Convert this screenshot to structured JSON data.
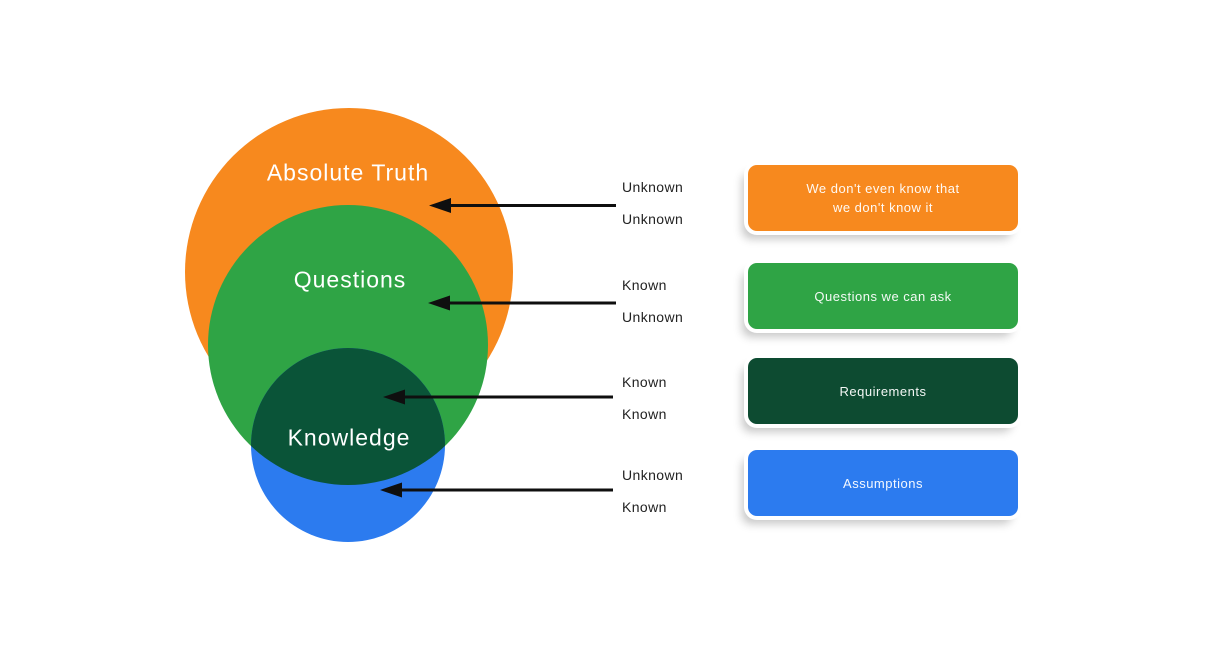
{
  "diagram": {
    "circle_labels": {
      "absolute_truth": "Absolute Truth",
      "questions": "Questions",
      "knowledge": "Knowledge"
    },
    "colors": {
      "absolute_truth": "#f7891e",
      "questions": "#2fa445",
      "knowledge_overlap": "#0a5438",
      "assumptions_circle": "#2c7bef",
      "arrow": "#0f0f0f",
      "circle_label_text": "#ffffff",
      "annotation_text": "#222222"
    }
  },
  "annotations": [
    {
      "top": "Unknown",
      "bottom": "Unknown"
    },
    {
      "top": "Known",
      "bottom": "Unknown"
    },
    {
      "top": "Known",
      "bottom": "Known"
    },
    {
      "top": "Unknown",
      "bottom": "Known"
    }
  ],
  "cards": [
    {
      "lines": [
        "We don't even know that",
        "we don't know it"
      ],
      "color": "#f7891e"
    },
    {
      "lines": [
        "Questions we can ask"
      ],
      "color": "#2fa445"
    },
    {
      "lines": [
        "Requirements"
      ],
      "color": "#0d4b31"
    },
    {
      "lines": [
        "Assumptions"
      ],
      "color": "#2c7bef"
    }
  ]
}
